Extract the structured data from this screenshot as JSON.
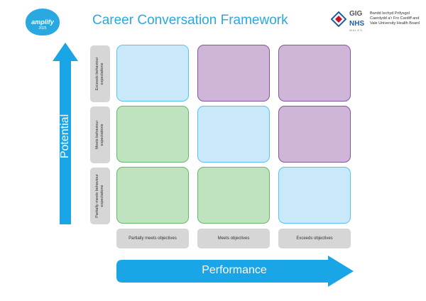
{
  "title": "Career Conversation Framework",
  "logos": {
    "amplify": {
      "text": "amplify",
      "subtext": "2025",
      "color": "#2aa8e0"
    },
    "nhs": {
      "gig": "GIG",
      "nhs": "NHS",
      "wales": "WALES",
      "org_text": "Bwrdd Iechyd Prifysgol Caerdydd a'r Fro Cardiff and Vale University Health Board"
    }
  },
  "axes": {
    "vertical": {
      "label": "Potential",
      "color": "#1aa6e6"
    },
    "horizontal": {
      "label": "Performance",
      "color": "#1aa6e6"
    }
  },
  "rows": [
    {
      "label": "Exceeds behaviour expectations"
    },
    {
      "label": "Meets behaviour expectations"
    },
    {
      "label": "Partially meets behaviour expectations"
    }
  ],
  "columns": [
    {
      "label": "Partially meets objectives"
    },
    {
      "label": "Meets objectives"
    },
    {
      "label": "Exceeds objectives"
    }
  ],
  "grid_colors": {
    "blue": "#c9e9fa",
    "purple": "#cfb5d8",
    "green": "#c0e3bf"
  },
  "grid": [
    [
      "blue",
      "purple",
      "purple"
    ],
    [
      "green",
      "blue",
      "purple"
    ],
    [
      "green",
      "green",
      "blue"
    ]
  ]
}
